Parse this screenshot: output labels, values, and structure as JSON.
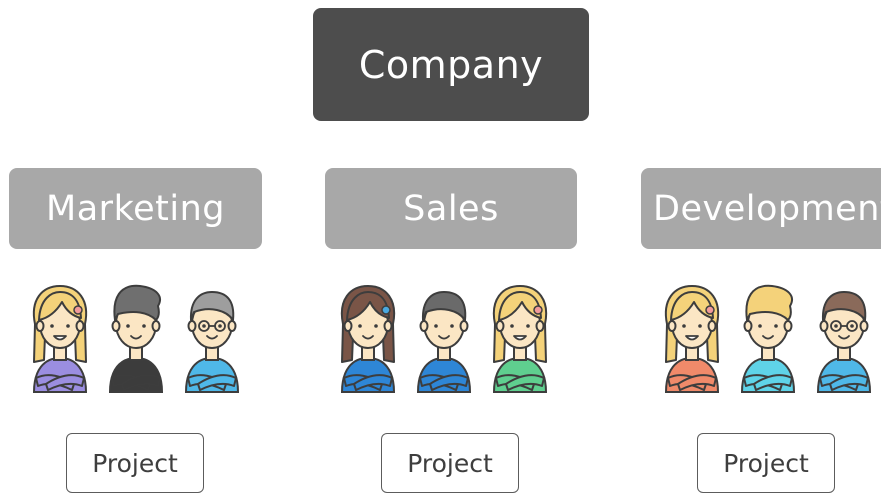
{
  "company": {
    "label": "Company"
  },
  "departments": [
    {
      "label": "Marketing",
      "project_label": "Project",
      "people": [
        {
          "hair": "#f4d27a",
          "hair_style": "long",
          "shirt": "#9b8ee0",
          "skin": "#fbe6c4",
          "accessory": "pink-hairclip",
          "expression": "happy"
        },
        {
          "hair": "#6f6f6f",
          "hair_style": "quiff",
          "shirt": "#3c3c3c",
          "skin": "#fbe6c4",
          "accessory": "none",
          "expression": "smile"
        },
        {
          "hair": "#9e9e9e",
          "hair_style": "short",
          "shirt": "#4fb8e8",
          "skin": "#fbe6c4",
          "accessory": "glasses",
          "expression": "smile"
        }
      ]
    },
    {
      "label": "Sales",
      "project_label": "Project",
      "people": [
        {
          "hair": "#7a5547",
          "hair_style": "long",
          "shirt": "#2e86d6",
          "skin": "#fbe6c4",
          "accessory": "blue-hairclip",
          "expression": "smile"
        },
        {
          "hair": "#6a6a6a",
          "hair_style": "short",
          "shirt": "#2e86d6",
          "skin": "#fbe6c4",
          "accessory": "none",
          "expression": "smile"
        },
        {
          "hair": "#f4d27a",
          "hair_style": "long",
          "shirt": "#5fcf8f",
          "skin": "#fbe6c4",
          "accessory": "pink-hairclip",
          "expression": "happy"
        }
      ]
    },
    {
      "label": "Development",
      "project_label": "Project",
      "people": [
        {
          "hair": "#f4d27a",
          "hair_style": "long",
          "shirt": "#f08a6a",
          "skin": "#fbe6c4",
          "accessory": "pink-hairclip",
          "expression": "happy"
        },
        {
          "hair": "#f4d27a",
          "hair_style": "quiff",
          "shirt": "#5fd3e8",
          "skin": "#fbe6c4",
          "accessory": "none",
          "expression": "smile"
        },
        {
          "hair": "#8a6a5a",
          "hair_style": "short",
          "shirt": "#4fb8e8",
          "skin": "#fbe6c4",
          "accessory": "glasses",
          "expression": "smile"
        }
      ]
    }
  ]
}
